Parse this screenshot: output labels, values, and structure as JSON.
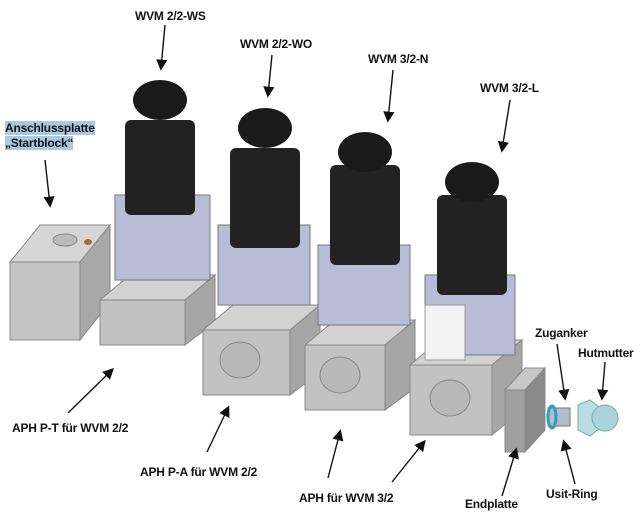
{
  "labels": {
    "wvm_ws": "WVM 2/2-WS",
    "wvm_wo": "WVM 2/2-WO",
    "wvm_n": "WVM 3/2-N",
    "wvm_l": "WVM 3/2-L",
    "start_line1": "Anschlussplatte",
    "start_line2": "„Startblock“",
    "aph_pt": "APH P-T für WVM 2/2",
    "aph_pa": "APH P-A für WVM 2/2",
    "aph_32": "APH für WVM 3/2",
    "endplatte": "Endplatte",
    "usit": "Usit-Ring",
    "zuganker": "Zuganker",
    "hutmutter": "Hutmutter"
  },
  "colors": {
    "highlight": "#a9c9e3",
    "block": "#b4b4b4",
    "solenoid": "#222222",
    "valve": "#b9bcd6"
  }
}
